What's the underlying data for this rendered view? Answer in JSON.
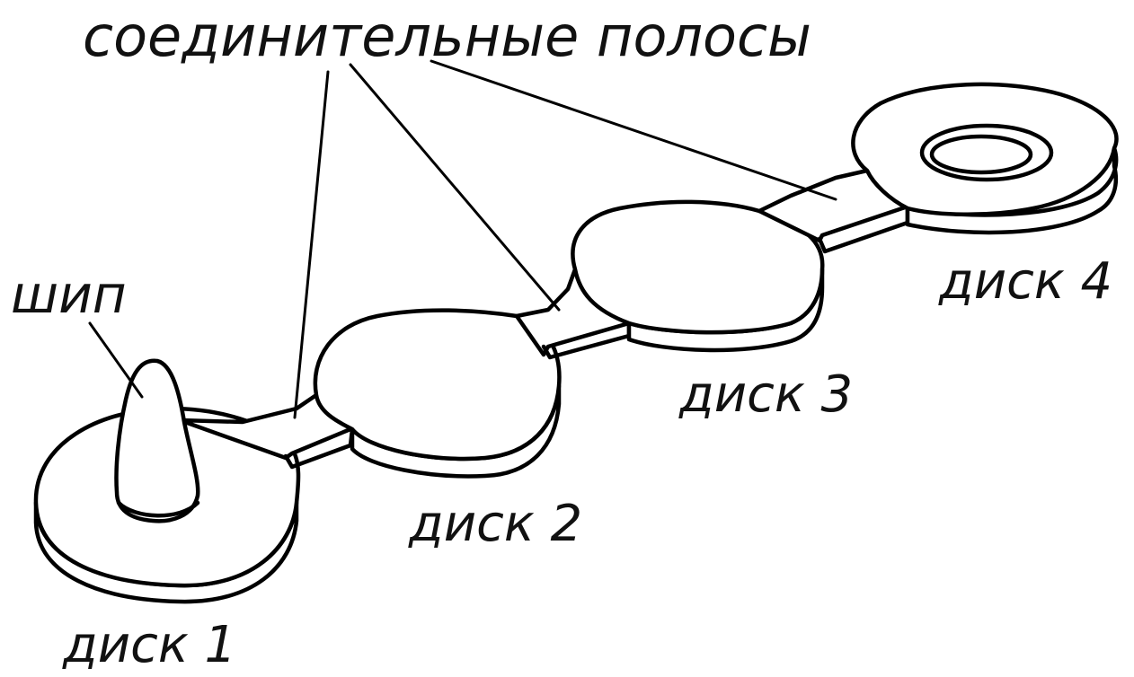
{
  "labels": {
    "connecting_strips": "соединительные полосы",
    "spike": "шип",
    "disc_1": "диск 1",
    "disc_2": "диск 2",
    "disc_3": "диск 3",
    "disc_4": "диск 4"
  }
}
